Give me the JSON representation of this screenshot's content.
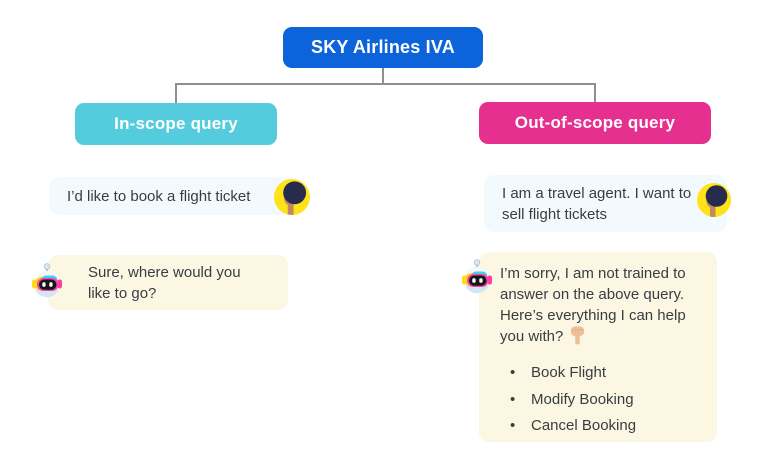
{
  "colors": {
    "brand_blue": "#0c63da",
    "in_scope_cyan": "#55ccdd",
    "out_scope_pink": "#e5308f",
    "connector_gray": "#8f8f8f",
    "user_bubble_bg": "#f3fafd",
    "bot_bubble_bg": "#fcf7e3",
    "text_dark": "#383d43",
    "avatar_yellow": "#ffe31a",
    "robot_pink": "#ff3fa0",
    "robot_cyan": "#45cdee",
    "robot_yellow": "#ffd91c"
  },
  "root": {
    "title": "SKY Airlines IVA"
  },
  "in_scope": {
    "label": "In-scope query",
    "user_message": "I’d like to book a flight ticket",
    "bot_message": "Sure, where would you like to go?"
  },
  "out_scope": {
    "label": "Out-of-scope query",
    "user_message": "I am a travel agent. I want to sell flight tickets",
    "bot_message": "I’m sorry, I am not trained to answer on the above query. Here’s everything I can help you with?",
    "bot_options": [
      "Book Flight",
      "Modify Booking",
      "Cancel Booking"
    ]
  },
  "icons": {
    "user_avatar": "person-avatar",
    "bot_avatar": "robot-avatar",
    "pointing_down": "backhand-index-pointing-down"
  }
}
